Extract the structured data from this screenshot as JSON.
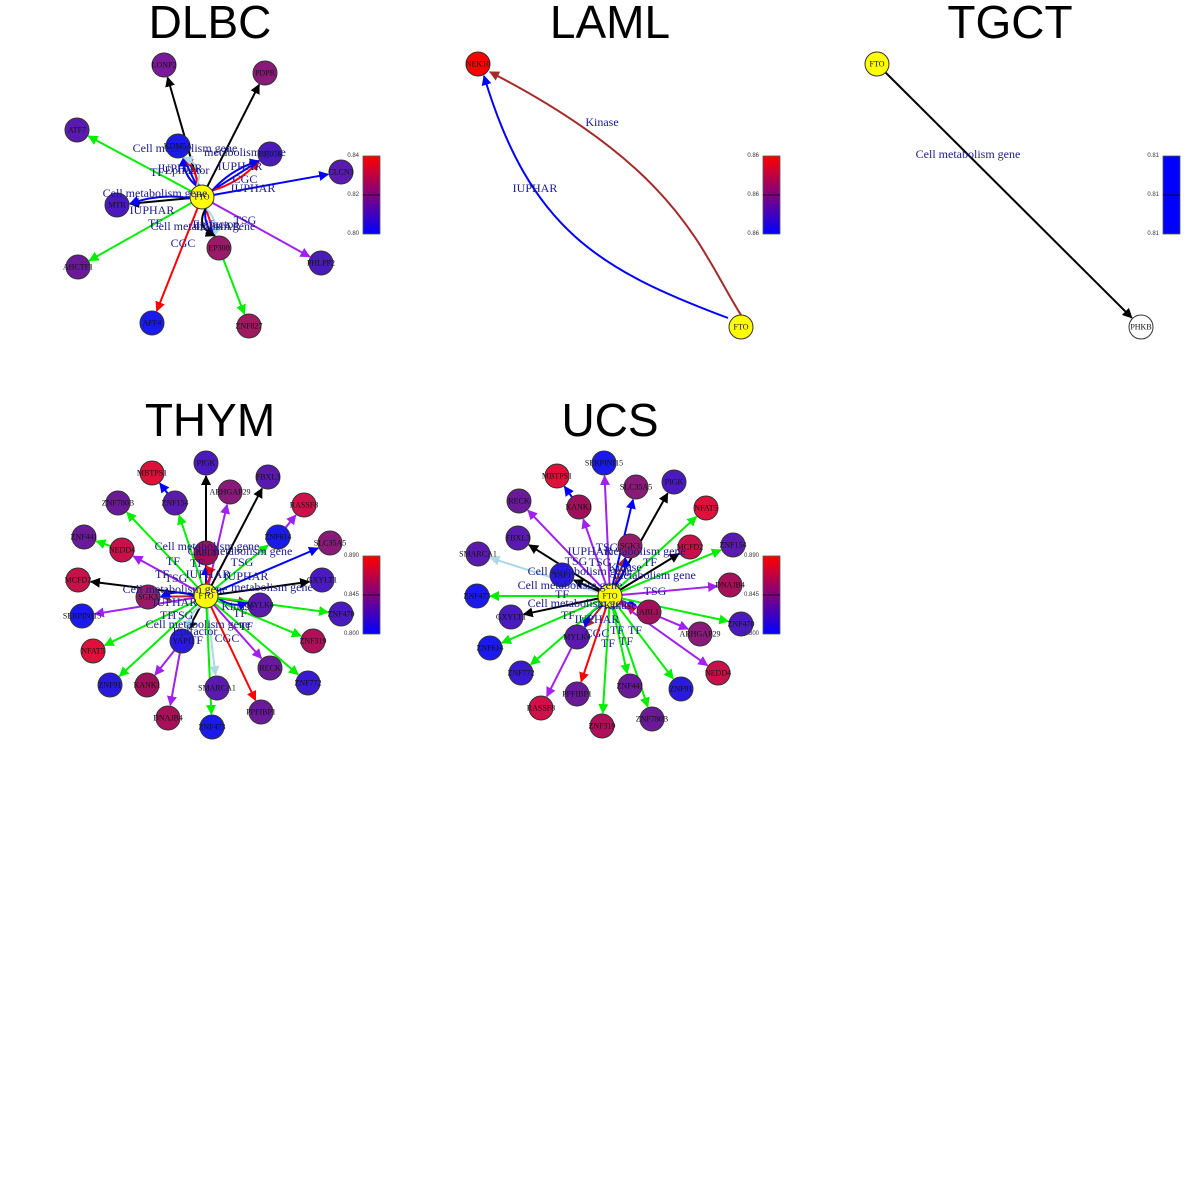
{
  "figure": {
    "panels": [
      {
        "title": "DLBC",
        "hub": "FTO",
        "colorbar": {
          "ticks": [
            "0.84",
            "0.82",
            "0.80"
          ],
          "low_color": "#0000ff",
          "high_color": "#ff0000"
        },
        "nodes": [
          {
            "name": "FTO",
            "color": "#ffff00"
          },
          {
            "name": "LONP2",
            "color": "#7a1a9a"
          },
          {
            "name": "PDPR",
            "color": "#8a1a7a"
          },
          {
            "name": "ATF7",
            "color": "#5a1ab0"
          },
          {
            "name": "KDM5A",
            "color": "#1a1aee"
          },
          {
            "name": "BIRC6",
            "color": "#4a1abb"
          },
          {
            "name": "CLCN3",
            "color": "#5a1ab0"
          },
          {
            "name": "MTR",
            "color": "#4a1ac0"
          },
          {
            "name": "AHCTF1",
            "color": "#6a1a99"
          },
          {
            "name": "EP300",
            "color": "#9a1a6a"
          },
          {
            "name": "PHLPP2",
            "color": "#4a1abb"
          },
          {
            "name": "AFF4",
            "color": "#1a1aee"
          },
          {
            "name": "ZNF827",
            "color": "#a01a60"
          }
        ],
        "edges": [
          {
            "to": "LONP2",
            "color": "#000000",
            "label": ""
          },
          {
            "to": "PDPR",
            "color": "#000000",
            "label": ""
          },
          {
            "to": "ATF7",
            "color": "#00ee00",
            "label": "TF"
          },
          {
            "to": "KDM5A",
            "color": "#0000ff",
            "label": "Cell metabolism gene"
          },
          {
            "to": "KDM5A",
            "color": "#ff0000",
            "label": "CGC"
          },
          {
            "to": "KDM5A",
            "color": "#0000ff",
            "label": "IUPHAR"
          },
          {
            "to": "KDM5A",
            "color": "#add8e6",
            "label": "Epifactor"
          },
          {
            "to": "BIRC6",
            "color": "#0000ff",
            "label": "IUPHAR"
          },
          {
            "to": "BIRC6",
            "color": "#ff0000",
            "label": "CGC"
          },
          {
            "to": "BIRC6",
            "color": "#0000ff",
            "label": "Cell metabolism gene"
          },
          {
            "to": "CLCN3",
            "color": "#0000ff",
            "label": "IUPHAR"
          },
          {
            "to": "MTR",
            "color": "#000000",
            "label": "Cell metabolism gene"
          },
          {
            "to": "MTR",
            "color": "#0000ff",
            "label": "IUPHAR"
          },
          {
            "to": "AHCTF1",
            "color": "#00ee00",
            "label": "TF"
          },
          {
            "to": "EP300",
            "color": "#ff0000",
            "label": "CGC"
          },
          {
            "to": "EP300",
            "color": "#0000ff",
            "label": "IUPHAR"
          },
          {
            "to": "EP300",
            "color": "#add8e6",
            "label": "Epifactor"
          },
          {
            "to": "EP300",
            "color": "#000000",
            "label": "Cell metabolism gene"
          },
          {
            "to": "PHLPP2",
            "color": "#a020f0",
            "label": "TSG"
          },
          {
            "to": "AFF4",
            "color": "#ff0000",
            "label": "CGC"
          },
          {
            "from": "EP300",
            "to": "ZNF827",
            "color": "#00ee00",
            "label": ""
          }
        ]
      },
      {
        "title": "LAML",
        "hub": "FTO",
        "colorbar": {
          "ticks": [
            "0.86",
            "0.86",
            "0.86"
          ],
          "low_color": "#0000ff",
          "high_color": "#ff0000"
        },
        "nodes": [
          {
            "name": "NEK10",
            "color": "#ff0000"
          },
          {
            "name": "FTO",
            "color": "#ffff00"
          }
        ],
        "edges": [
          {
            "to": "NEK10",
            "color": "#a52a2a",
            "label": "Kinase"
          },
          {
            "to": "NEK10",
            "color": "#0000ff",
            "label": "IUPHAR"
          }
        ]
      },
      {
        "title": "TGCT",
        "hub": "FTO",
        "colorbar": {
          "ticks": [
            "0.81",
            "0.81",
            "0.81"
          ],
          "low_color": "#0000ff",
          "high_color": "#0000ff"
        },
        "nodes": [
          {
            "name": "FTO",
            "color": "#ffff00"
          },
          {
            "name": "PHKB",
            "color": "#ffffff"
          }
        ],
        "edges": [
          {
            "to": "PHKB",
            "color": "#000000",
            "label": "Cell metabolism gene"
          }
        ]
      },
      {
        "title": "THYM",
        "hub": "FTO",
        "colorbar": {
          "ticks": [
            "0.890",
            "0.845",
            "0.800"
          ],
          "low_color": "#0000ff",
          "high_color": "#ff0000"
        },
        "nodes": [
          {
            "name": "FTO",
            "color": "#ffff00"
          },
          {
            "name": "PIGK",
            "color": "#4a1ac0"
          },
          {
            "name": "MBTPS1",
            "color": "#e0103a"
          },
          {
            "name": "FBXL3",
            "color": "#5a1ab0"
          },
          {
            "name": "ZNF154",
            "color": "#5a1ab0"
          },
          {
            "name": "ARHGAP29",
            "color": "#8a1a7a"
          },
          {
            "name": "ZNF780B",
            "color": "#6a1a99"
          },
          {
            "name": "RASSF8",
            "color": "#d0104a"
          },
          {
            "name": "ZNF441",
            "color": "#6a1a99"
          },
          {
            "name": "NEDD4",
            "color": "#c8104a"
          },
          {
            "name": "ABL1",
            "color": "#a0105a"
          },
          {
            "name": "ZNF614",
            "color": "#1a1aee"
          },
          {
            "name": "SLC35A5",
            "color": "#8a1a7a"
          },
          {
            "name": "MCFD2",
            "color": "#c8104a"
          },
          {
            "name": "GXYLT1",
            "color": "#4a1ac0"
          },
          {
            "name": "SGK3",
            "color": "#9a1a6a"
          },
          {
            "name": "MYLK4",
            "color": "#5a1ab0"
          },
          {
            "name": "SERPINI15",
            "color": "#1a1aee"
          },
          {
            "name": "ZNF470",
            "color": "#4a1ac0"
          },
          {
            "name": "NFAT5",
            "color": "#e0103a"
          },
          {
            "name": "YAP1",
            "color": "#2a1ae0"
          },
          {
            "name": "ZNF319",
            "color": "#b0105a"
          },
          {
            "name": "ZNF91",
            "color": "#2a1ae0"
          },
          {
            "name": "KANK1",
            "color": "#a0105a"
          },
          {
            "name": "RECK",
            "color": "#6a1a99"
          },
          {
            "name": "SMARCA1",
            "color": "#5a1ab0"
          },
          {
            "name": "ZNF772",
            "color": "#3a1ad0"
          },
          {
            "name": "DNAJB4",
            "color": "#a8105a"
          },
          {
            "name": "PPFIBP1",
            "color": "#6a1a99"
          },
          {
            "name": "ZNF473",
            "color": "#1a1aee"
          }
        ],
        "edges": [
          {
            "to": "PIGK",
            "color": "#000000",
            "label": "Cell metabolism gene"
          },
          {
            "from": "ZNF154",
            "to": "MBTPS1",
            "color": "#0000ff",
            "label": ""
          },
          {
            "to": "FBXL3",
            "color": "#000000",
            "label": ""
          },
          {
            "to": "ZNF154",
            "color": "#00ee00",
            "label": "TF"
          },
          {
            "to": "ARHGAP29",
            "color": "#a020f0",
            "label": "TSG"
          },
          {
            "to": "ZNF780B",
            "color": "#00ee00",
            "label": "TF"
          },
          {
            "from": "ZNF614",
            "to": "RASSF8",
            "color": "#a020f0",
            "label": ""
          },
          {
            "from": "NEDD4",
            "to": "ZNF441",
            "color": "#00ee00",
            "label": ""
          },
          {
            "to": "NEDD4",
            "color": "#a020f0",
            "label": "TSG"
          },
          {
            "to": "ABL1",
            "color": "#0000ff",
            "label": "IUPHAR"
          },
          {
            "to": "ABL1",
            "color": "#ff0000",
            "label": "CGC"
          },
          {
            "to": "ZNF614",
            "color": "#00ee00",
            "label": "TF"
          },
          {
            "to": "SLC35A5",
            "color": "#0000ff",
            "label": "IUPHAR"
          },
          {
            "to": "MCFD2",
            "color": "#000000",
            "label": "Cell metabolism gene"
          },
          {
            "to": "GXYLT1",
            "color": "#000000",
            "label": "Cell metabolism gene"
          },
          {
            "to": "SGK3",
            "color": "#a52a2a",
            "label": "Kinase"
          },
          {
            "to": "SGK3",
            "color": "#0000ff",
            "label": "IUPHAR"
          },
          {
            "to": "MYLK4",
            "color": "#a52a2a",
            "label": "Kinase"
          },
          {
            "to": "MYLK4",
            "color": "#0000ff",
            "label": "IUPHAR"
          },
          {
            "to": "SERPINI15",
            "color": "#a020f0",
            "label": "TSG"
          },
          {
            "to": "ZNF470",
            "color": "#00ee00",
            "label": "TF"
          },
          {
            "to": "NFAT5",
            "color": "#00ee00",
            "label": "TF"
          },
          {
            "to": "YAP1",
            "color": "#000000",
            "label": "Cell metabolism gene"
          },
          {
            "to": "YAP1",
            "color": "#add8e6",
            "label": "Epifactor"
          },
          {
            "to": "ZNF319",
            "color": "#00ee00",
            "label": "TF"
          },
          {
            "to": "ZNF91",
            "color": "#00ee00",
            "label": "TF"
          },
          {
            "from": "YAP1",
            "to": "KANK1",
            "color": "#a020f0",
            "label": ""
          },
          {
            "to": "RECK",
            "color": "#a020f0",
            "label": "TSG"
          },
          {
            "to": "SMARCA1",
            "color": "#add8e6",
            "label": "Epifactor"
          },
          {
            "to": "ZNF772",
            "color": "#00ee00",
            "label": "TF"
          },
          {
            "from": "YAP1",
            "to": "DNAJB4",
            "color": "#a020f0",
            "label": ""
          },
          {
            "to": "PPFIBP1",
            "color": "#ff0000",
            "label": "CGC"
          },
          {
            "to": "ZNF473",
            "color": "#00ee00",
            "label": "TF"
          }
        ]
      },
      {
        "title": "UCS",
        "hub": "FTO",
        "colorbar": {
          "ticks": [
            "0.890",
            "0.845",
            "0.800"
          ],
          "low_color": "#0000ff",
          "high_color": "#ff0000"
        },
        "nodes": [
          {
            "name": "FTO",
            "color": "#ffff00"
          },
          {
            "name": "SERPINI15",
            "color": "#1a1aee"
          },
          {
            "name": "MBTPS1",
            "color": "#e0103a"
          },
          {
            "name": "SLC35A5",
            "color": "#8a1a7a"
          },
          {
            "name": "PIGK",
            "color": "#4a1ac0"
          },
          {
            "name": "RECK",
            "color": "#6a1a99"
          },
          {
            "name": "KANK1",
            "color": "#a0105a"
          },
          {
            "name": "NFAT5",
            "color": "#e0103a"
          },
          {
            "name": "FBXL3",
            "color": "#5a1ab0"
          },
          {
            "name": "SGK3",
            "color": "#9a1a6a"
          },
          {
            "name": "MCFD2",
            "color": "#c8104a"
          },
          {
            "name": "ZNF154",
            "color": "#5a1ab0"
          },
          {
            "name": "SMARCA1",
            "color": "#5a1ab0"
          },
          {
            "name": "YAP1",
            "color": "#2a1ae0"
          },
          {
            "name": "DNAJB4",
            "color": "#a8105a"
          },
          {
            "name": "ZNF473",
            "color": "#1a1aee"
          },
          {
            "name": "GXYLT1",
            "color": "#4a1ac0"
          },
          {
            "name": "ABL1",
            "color": "#a0105a"
          },
          {
            "name": "ZNF470",
            "color": "#4a1ac0"
          },
          {
            "name": "ARHGAP29",
            "color": "#8a1a7a"
          },
          {
            "name": "ZNF614",
            "color": "#1a1aee"
          },
          {
            "name": "MYLK4",
            "color": "#5a1ab0"
          },
          {
            "name": "NEDD4",
            "color": "#c8104a"
          },
          {
            "name": "ZNF772",
            "color": "#3a1ad0"
          },
          {
            "name": "ZNF441",
            "color": "#6a1a99"
          },
          {
            "name": "ZNF91",
            "color": "#2a1ae0"
          },
          {
            "name": "PPFIBP1",
            "color": "#6a1a99"
          },
          {
            "name": "RASSF8",
            "color": "#d0104a"
          },
          {
            "name": "ZNF319",
            "color": "#b0105a"
          },
          {
            "name": "ZNF780B",
            "color": "#6a1a99"
          }
        ],
        "edges": [
          {
            "to": "SERPINI15",
            "color": "#a020f0",
            "label": "TSG"
          },
          {
            "from": "KANK1",
            "to": "MBTPS1",
            "color": "#0000ff",
            "label": ""
          },
          {
            "to": "SLC35A5",
            "color": "#0000ff",
            "label": "IUPHAR"
          },
          {
            "to": "PIGK",
            "color": "#000000",
            "label": "Cell metabolism gene"
          },
          {
            "to": "RECK",
            "color": "#a020f0",
            "label": "TSG"
          },
          {
            "to": "KANK1",
            "color": "#a020f0",
            "label": "TSG"
          },
          {
            "to": "NFAT5",
            "color": "#00ee00",
            "label": "TF"
          },
          {
            "to": "FBXL3",
            "color": "#000000",
            "label": "Cell metabolism gene"
          },
          {
            "to": "SGK3",
            "color": "#a52a2a",
            "label": "Kinase"
          },
          {
            "to": "SGK3",
            "color": "#0000ff",
            "label": "IUPHAR"
          },
          {
            "to": "MCFD2",
            "color": "#000000",
            "label": "Cell metabolism gene"
          },
          {
            "to": "ZNF154",
            "color": "#00ee00",
            "label": "TF"
          },
          {
            "to": "SMARCA1",
            "color": "#add8e6",
            "label": "Epifactor"
          },
          {
            "to": "YAP1",
            "color": "#000000",
            "label": "Cell metabolism gene"
          },
          {
            "to": "DNAJB4",
            "color": "#a020f0",
            "label": "TSG"
          },
          {
            "to": "ZNF473",
            "color": "#00ee00",
            "label": "TF"
          },
          {
            "to": "GXYLT1",
            "color": "#000000",
            "label": "Cell metabolism gene"
          },
          {
            "to": "ABL1",
            "color": "#0000ff",
            "label": "IUPHAR"
          },
          {
            "to": "ABL1",
            "color": "#ff0000",
            "label": "CGC"
          },
          {
            "to": "ZNF470",
            "color": "#00ee00",
            "label": "TF"
          },
          {
            "to": "ARHGAP29",
            "color": "#a020f0",
            "label": "TSG"
          },
          {
            "to": "ZNF614",
            "color": "#00ee00",
            "label": "TF"
          },
          {
            "to": "MYLK4",
            "color": "#a52a2a",
            "label": "Kinase"
          },
          {
            "to": "MYLK4",
            "color": "#0000ff",
            "label": "IUPHAR"
          },
          {
            "to": "NEDD4",
            "color": "#a020f0",
            "label": "TSG"
          },
          {
            "to": "ZNF772",
            "color": "#00ee00",
            "label": "TF"
          },
          {
            "to": "ZNF441",
            "color": "#00ee00",
            "label": "TF"
          },
          {
            "to": "ZNF91",
            "color": "#00ee00",
            "label": "TF"
          },
          {
            "to": "PPFIBP1",
            "color": "#ff0000",
            "label": "CGC"
          },
          {
            "from": "MYLK4",
            "to": "RASSF8",
            "color": "#a020f0",
            "label": ""
          },
          {
            "to": "ZNF319",
            "color": "#00ee00",
            "label": "TF"
          },
          {
            "to": "ZNF780B",
            "color": "#00ee00",
            "label": "TF"
          }
        ]
      }
    ]
  }
}
